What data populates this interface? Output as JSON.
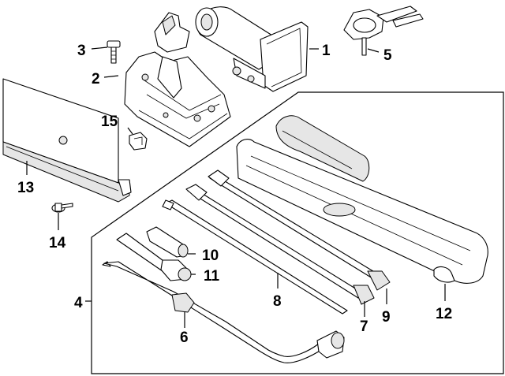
{
  "callouts": {
    "c1": "1",
    "c2": "2",
    "c3": "3",
    "c4": "4",
    "c5": "5",
    "c6": "6",
    "c7": "7",
    "c8": "8",
    "c9": "9",
    "c10": "10",
    "c11": "11",
    "c12": "12",
    "c13": "13",
    "c14": "14",
    "c15": "15"
  },
  "colors": {
    "line": "#000000",
    "background": "#ffffff",
    "shade": "#e6e6e6"
  }
}
